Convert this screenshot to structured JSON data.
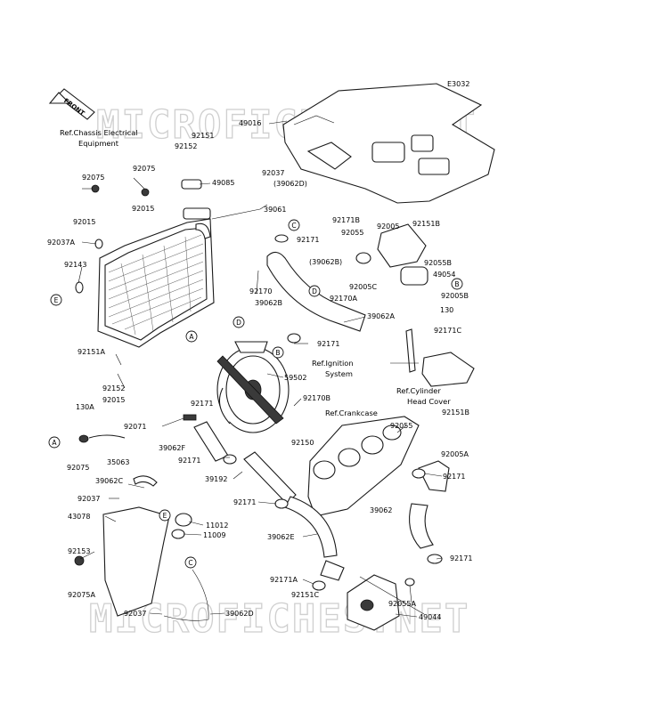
{
  "diagram_code": "E3032",
  "watermark": "MICROFICHES.NET",
  "front_label": "FRONT",
  "notes": {
    "chassis_electrical": [
      "Ref.Chassis Electrical",
      "Equipment"
    ],
    "ignition_system": [
      "Ref.Ignition",
      "System"
    ],
    "cylinder_head_cover": [
      "Ref.Cylinder",
      "Head Cover"
    ],
    "crankcase": "Ref.Crankcase"
  },
  "callout_letters": {
    "A1": "A",
    "A2": "A",
    "B1": "B",
    "B2": "B",
    "C1": "C",
    "C2": "C",
    "D1": "D",
    "D2": "D",
    "E1": "E",
    "E2": "E"
  },
  "part_labels": {
    "p49016": "49016",
    "p92151": "92151",
    "p92152_top": "92152",
    "p92075_a": "92075",
    "p92075_b": "92075",
    "p49085": "49085",
    "p92037_top": "92037",
    "p39062D_top": "(39062D)",
    "p39061": "39061",
    "p92015_a": "92015",
    "p92015_b": "92015",
    "p92171B": "92171B",
    "p92005": "92005",
    "p92151B_top": "92151B",
    "p92037A": "92037A",
    "p92171_top": "92171",
    "p92055_top": "92055",
    "p39062B_par": "(39062B)",
    "p92055B": "92055B",
    "p49054": "49054",
    "p92143": "92143",
    "p92170": "92170",
    "p92005C": "92005C",
    "p92005B": "92005B",
    "p39062B": "39062B",
    "p92170A": "92170A",
    "p130_top": "130",
    "p39062A": "39062A",
    "p92171_mid": "92171",
    "p92171C": "92171C",
    "p92151A": "92151A",
    "p59502": "59502",
    "p92152_mid": "92152",
    "p92015_c": "92015",
    "p92170B": "92170B",
    "p92171_fan": "92171",
    "p130A": "130A",
    "p92071": "92071",
    "p92151B_mid": "92151B",
    "p92055_mid": "92055",
    "p39062F": "39062F",
    "p92150": "92150",
    "p92075_low": "92075",
    "p35063": "35063",
    "p92171_low": "92171",
    "p92005A": "92005A",
    "p39062C": "39062C",
    "p39192": "39192",
    "p92171_right": "92171",
    "p92037_low": "92037",
    "p92171_hose": "92171",
    "p39062": "39062",
    "p43078": "43078",
    "p11012": "11012",
    "p11009": "11009",
    "p39062E": "39062E",
    "p92153": "92153",
    "p92171_bottom": "92171",
    "p92171A": "92171A",
    "p92075A": "92075A",
    "p92151C": "92151C",
    "p92055A": "92055A",
    "p92037_bottom": "92037",
    "p39062D": "39062D",
    "p49044": "49044"
  }
}
